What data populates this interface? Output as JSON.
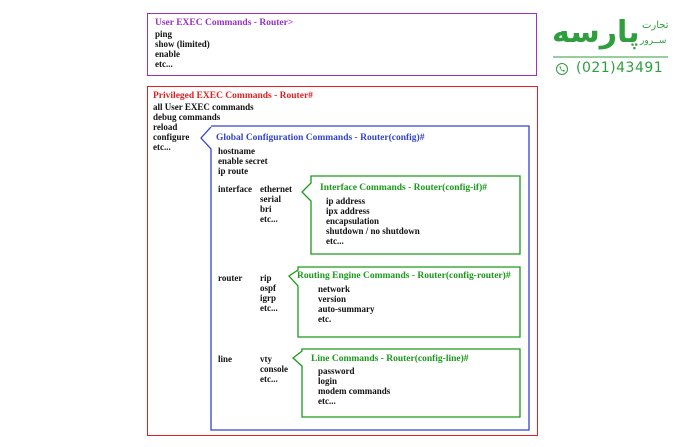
{
  "user_exec": {
    "title": "User EXEC Commands - Router>",
    "commands": [
      "ping",
      "show (limited)",
      "enable",
      "etc..."
    ]
  },
  "privileged_exec": {
    "title": "Privileged EXEC Commands - Router#",
    "commands": [
      "all User EXEC commands",
      "debug commands",
      "reload",
      "configure",
      "etc..."
    ]
  },
  "global_config": {
    "title": "Global Configuration Commands - Router(config)#",
    "commands": [
      "hostname",
      "enable secret",
      "ip route"
    ],
    "interface_label": "interface",
    "interface_types": [
      "ethernet",
      "serial",
      "bri",
      "etc..."
    ],
    "router_label": "router",
    "router_protocols": [
      "rip",
      "ospf",
      "igrp",
      "etc..."
    ],
    "line_label": "line",
    "line_types": [
      "vty",
      "console",
      "etc..."
    ]
  },
  "interface_commands": {
    "title": "Interface Commands - Router(config-if)#",
    "commands": [
      "ip address",
      "ipx address",
      "encapsulation",
      "shutdown / no shutdown",
      "etc..."
    ]
  },
  "routing_commands": {
    "title": "Routing Engine Commands - Router(config-router)#",
    "commands": [
      "network",
      "version",
      "auto-summary",
      "etc."
    ]
  },
  "line_commands": {
    "title": "Line Commands - Router(config-line)#",
    "commands": [
      "password",
      "login",
      "modem commands",
      "etc..."
    ]
  },
  "logo": {
    "brand_name": "پارسه",
    "tagline_top": "تجارت",
    "tagline_bottom": "ســرور",
    "phone": "(021)43491",
    "phone_icon": "phone-icon"
  },
  "colors": {
    "user_exec": "#9b2fc6",
    "privileged": "#e02020",
    "global": "#3344cc",
    "sub": "#1a9a1a",
    "logo_green": "#2e9e3e"
  }
}
